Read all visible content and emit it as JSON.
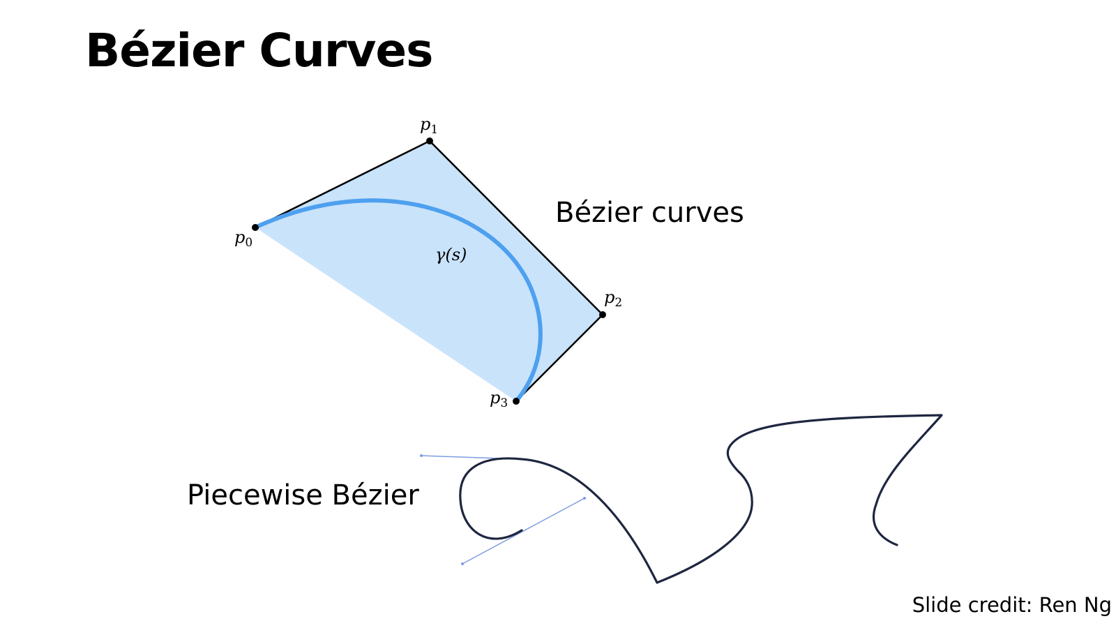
{
  "slide": {
    "title": "Bézier Curves",
    "caption_bezier": "Bézier curves",
    "caption_piecewise": "Piecewise Bézier",
    "credit": "Slide credit: Ren Ng"
  },
  "cubic_diagram": {
    "control_points": [
      {
        "symbol": "p",
        "index": "0"
      },
      {
        "symbol": "p",
        "index": "1"
      },
      {
        "symbol": "p",
        "index": "2"
      },
      {
        "symbol": "p",
        "index": "3"
      }
    ],
    "curve_label": "γ(s)"
  },
  "colors": {
    "hull_fill": "#c9e3fb",
    "curve": "#4ea0ef",
    "control_polygon": "#000000",
    "piecewise_curve": "#1e2640",
    "tangent_handles": "#7d9be0"
  }
}
